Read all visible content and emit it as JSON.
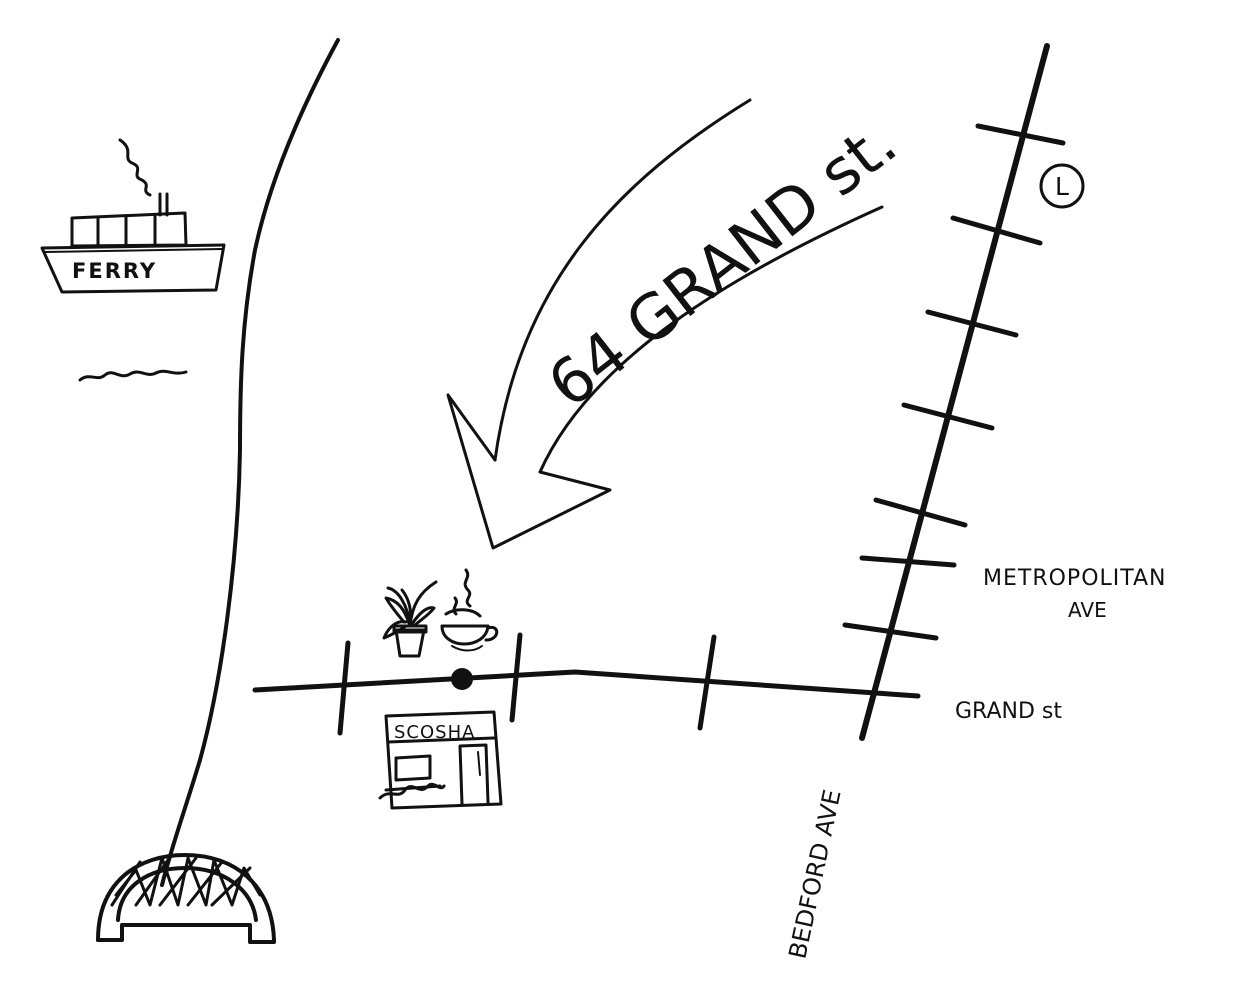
{
  "map": {
    "address_label": "64 GRAND st.",
    "business_sign": "SCOSHA",
    "ferry_label": "FERRY",
    "subway_line": "L",
    "streets": {
      "metropolitan_line1": "METROPOLITAN",
      "metropolitan_line2": "AVE",
      "grand": "GRAND st",
      "bedford": "BEDFORD AVE"
    },
    "colors": {
      "ink": "#111111",
      "paper": "#ffffff"
    },
    "icons": [
      "ferry-icon",
      "water-wave-icon",
      "bridge-icon",
      "plant-icon",
      "coffee-cup-icon",
      "storefront-icon",
      "location-dot-icon",
      "subway-l-icon",
      "arrow-icon"
    ]
  }
}
